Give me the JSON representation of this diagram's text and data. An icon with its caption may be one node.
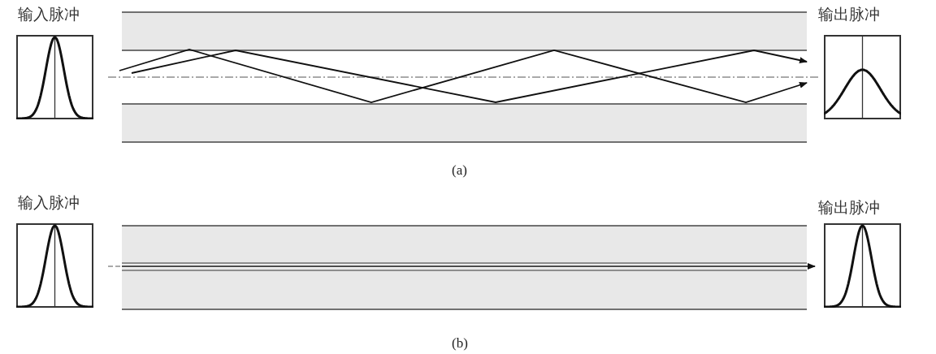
{
  "diagram": {
    "nodes": [
      {
        "text": [
          "输入脉冲"
        ]
      },
      {
        "text": [
          "输出脉冲"
        ]
      },
      {
        "text": [
          "输入脉冲"
        ]
      },
      {
        "text": [
          "输出脉冲"
        ]
      }
    ],
    "labels": [
      "(a)",
      "(b)"
    ]
  }
}
